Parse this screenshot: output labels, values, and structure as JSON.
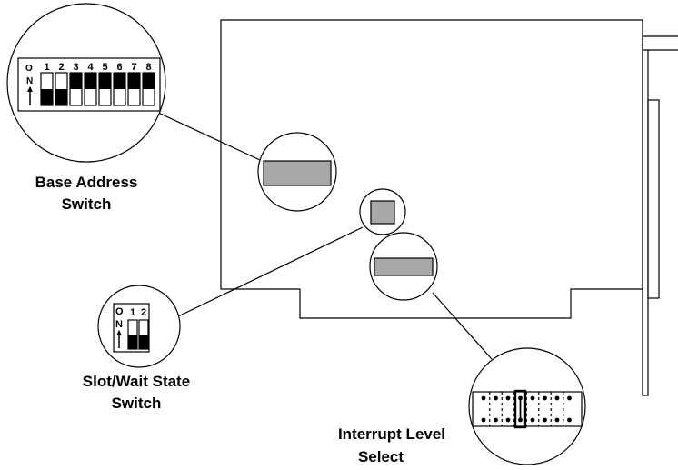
{
  "labels": {
    "base_address_line1": "Base Address",
    "base_address_line2": "Switch",
    "slot_wait_line1": "Slot/Wait State",
    "slot_wait_line2": "Switch",
    "interrupt_line1": "Interrupt Level",
    "interrupt_line2": "Select"
  },
  "base_switch": {
    "on_letters": [
      "O",
      "N"
    ],
    "numbers": [
      "1",
      "2",
      "3",
      "4",
      "5",
      "6",
      "7",
      "8"
    ],
    "positions": [
      "off",
      "off",
      "on",
      "on",
      "on",
      "on",
      "on",
      "on"
    ]
  },
  "slot_switch": {
    "on_letters": [
      "O",
      "N"
    ],
    "numbers": [
      "1",
      "2"
    ],
    "positions": [
      "off",
      "off"
    ]
  },
  "interrupt_jumper": {
    "pin_columns": 8,
    "selected_column": 4
  },
  "colors": {
    "line": "#000000",
    "component_fill": "#a8a8a8",
    "background": "#ffffff"
  }
}
